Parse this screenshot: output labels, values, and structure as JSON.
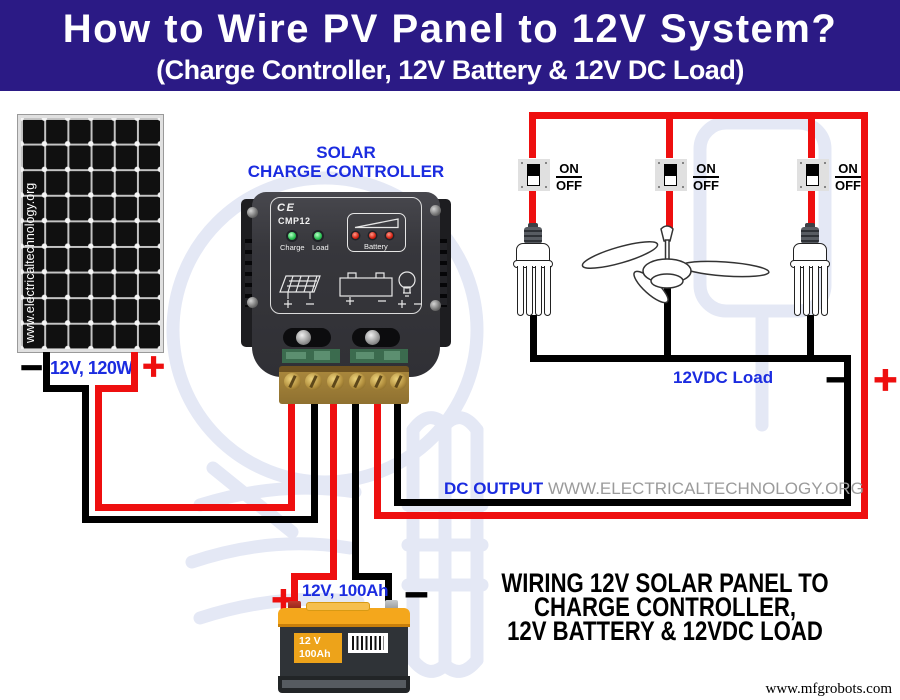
{
  "header": {
    "title": "How to Wire PV Panel to 12V System?",
    "subtitle": "(Charge Controller, 12V Battery & 12V DC Load)"
  },
  "panel": {
    "side_text": "www.electricaltechnology.org",
    "rating": "12V, 120W",
    "minus": "−",
    "plus": "+"
  },
  "controller": {
    "label_line1": "SOLAR",
    "label_line2": "CHARGE CONTROLLER",
    "ce": "CE",
    "model": "CMP12",
    "led_charge": "Charge",
    "led_load": "Load",
    "battery_indicator": "Battery"
  },
  "battery": {
    "rating": "12V, 100Ah",
    "plus": "+",
    "minus": "−",
    "label_line1": "12 V",
    "label_line2": "100Ah"
  },
  "load": {
    "label": "12VDC Load",
    "minus": "−",
    "plus": "+",
    "switch_on": "ON",
    "switch_off": "OFF"
  },
  "dc_output": {
    "label": "DC OUTPUT",
    "site": "WWW.ELECTRICALTECHNOLOGY.ORG"
  },
  "caption": {
    "line1": "WIRING 12V SOLAR PANEL TO",
    "line2": "CHARGE CONTROLLER,",
    "line3": "12V BATTERY & 12VDC LOAD"
  },
  "footer": {
    "site": "www.mfgrobots.com"
  },
  "colors": {
    "header_bg": "#2b1a85",
    "accent_blue": "#1b2ce0",
    "wire_red": "#ee0f0f",
    "wire_black": "#000000"
  }
}
